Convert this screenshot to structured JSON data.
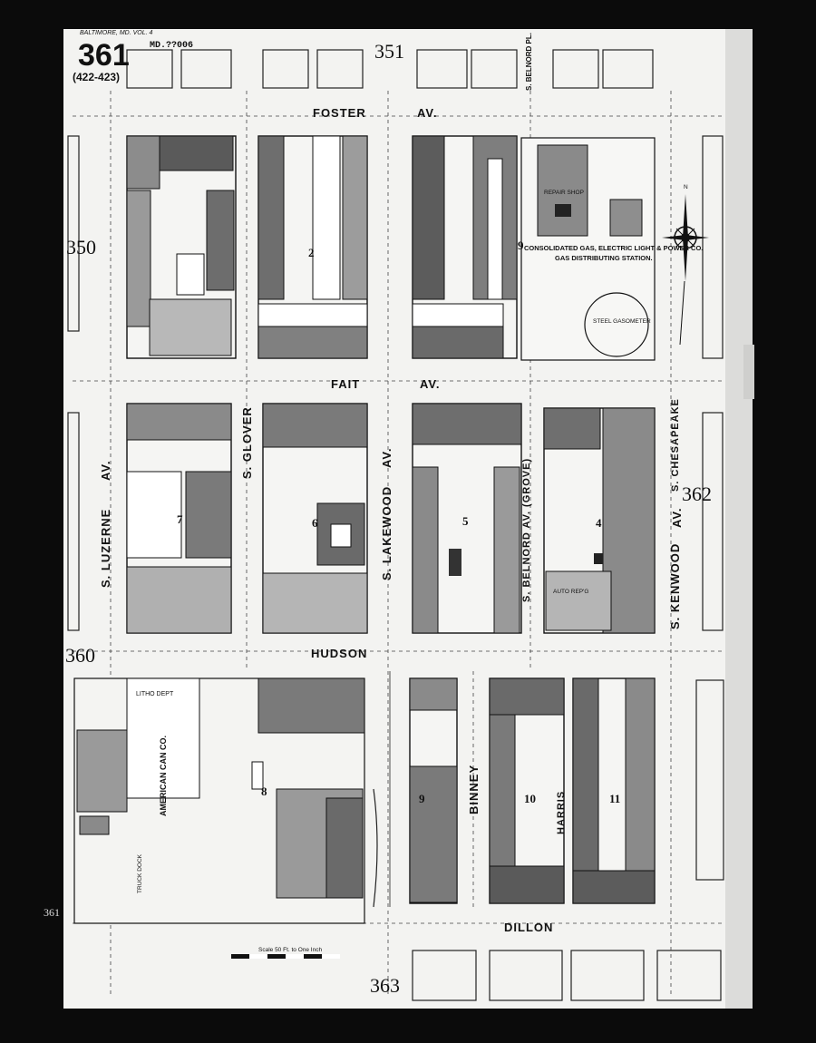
{
  "sheet": {
    "number": "361",
    "sub_range": "(422-423)",
    "volume_note": "BALTIMORE, MD. VOL. 4",
    "id_stamp": "MD.??006"
  },
  "adjacent_sheets": {
    "top": "351",
    "left_upper": "350",
    "right": "362",
    "left_lower": "360",
    "bottom": "363",
    "left_edge_tab": "361"
  },
  "streets": {
    "foster": "FOSTER",
    "foster_av": "AV.",
    "fait": "FAIT",
    "fait_av": "AV.",
    "hudson": "HUDSON",
    "dillon": "DILLON",
    "luzerne": "S. LUZERNE",
    "luzerne_av": "AV.",
    "glover": "S. GLOVER",
    "lakewood": "S. LAKEWOOD",
    "lakewood_av": "AV.",
    "belnord": "S. BELNORD  AV. (GROVE)",
    "chesapeake": "S. CHESAPEAKE",
    "kenwood": "S. KENWOOD",
    "kenwood_av": "AV.",
    "binney": "BINNEY",
    "harris": "HARRIS",
    "belnord_top": "S. BELNORD PL."
  },
  "blocks": [
    "2",
    "9",
    "7",
    "6",
    "5",
    "4",
    "8",
    "9",
    "10",
    "11"
  ],
  "facilities": {
    "gas_co_line1": "CONSOLIDATED GAS, ELECTRIC LIGHT & POWER CO.",
    "gas_co_line2": "GAS DISTRIBUTING STATION.",
    "gasometer": "STEEL GASOMETER",
    "repair_shop": "REPAIR SHOP",
    "can_co": "AMERICAN CAN CO.",
    "litho_dept": "LITHO DEPT",
    "truck_dock": "TRUCK DOCK",
    "auto_repg": "AUTO REP'G"
  },
  "scale_label": "Scale 50 Ft. to One Inch",
  "compass": "N"
}
